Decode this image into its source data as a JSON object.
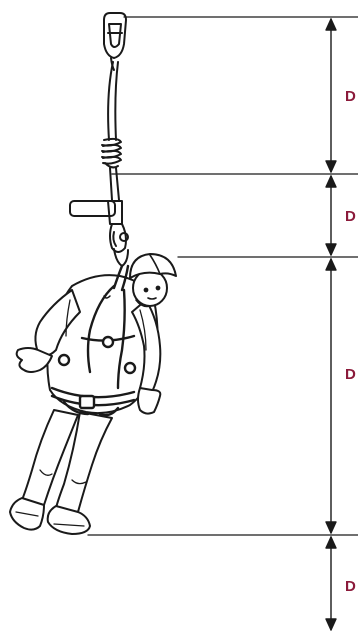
{
  "colors": {
    "line": "#1a1a1a",
    "label": "#8b1a3a",
    "background": "#ffffff"
  },
  "dimension_labels": [
    {
      "id": "d1",
      "text": "D"
    },
    {
      "id": "d2",
      "text": "D"
    },
    {
      "id": "d3",
      "text": "D"
    },
    {
      "id": "d4",
      "text": "D"
    }
  ]
}
